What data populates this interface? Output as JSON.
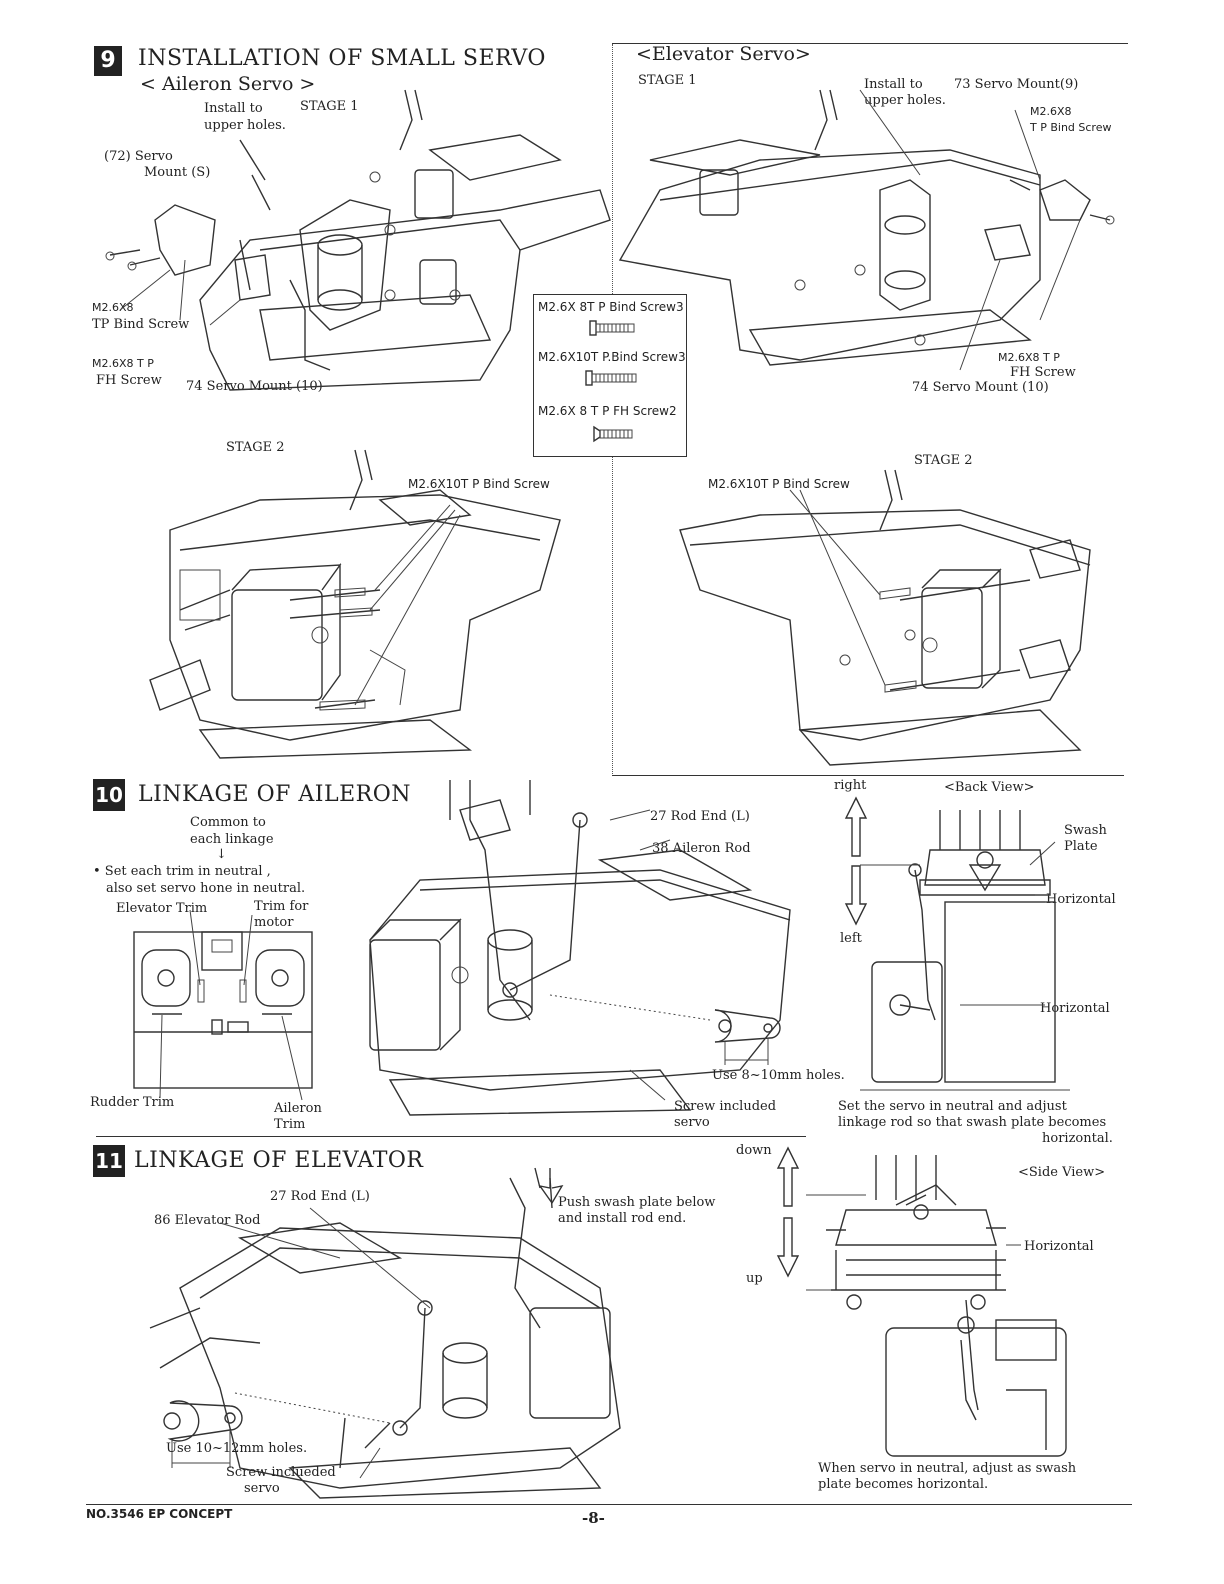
{
  "sec9": {
    "number": "9",
    "title": "INSTALLATION OF SMALL SERVO",
    "aileron": {
      "heading": "< Aileron Servo >",
      "stage1": "STAGE 1",
      "install_upper_1": "Install to",
      "install_upper_2": "upper holes.",
      "servo_mount_s_1": "(72) Servo",
      "servo_mount_s_2": "Mount (S)",
      "tp_bind_1": "M2.6X8",
      "tp_bind_2": "TP Bind Screw",
      "fh_1": "M2.6X8 T P",
      "fh_2": "FH Screw",
      "servo_mount_10": "74 Servo Mount (10)",
      "stage2": "STAGE 2",
      "bind10": "M2.6X10T P Bind Screw"
    },
    "elevator": {
      "heading": "<Elevator Servo>",
      "stage1": "STAGE 1",
      "install_1": "Install to",
      "install_2": "upper holes.",
      "mount9": "73 Servo Mount(9)",
      "tp_1": "M2.6X8",
      "tp_2": "T P Bind Screw",
      "fh_1": "M2.6X8 T P",
      "fh_2": "FH Screw",
      "mount10": "74 Servo Mount (10)",
      "stage2": "STAGE 2",
      "bind10": "M2.6X10T P Bind Screw"
    },
    "legend": {
      "item1": "M2.6X 8T P Bind Screw3",
      "item2": "M2.6X10T P.Bind Screw3",
      "item3": "M2.6X 8 T P FH Screw2"
    }
  },
  "sec10": {
    "number": "10",
    "title": "LINKAGE OF AILERON",
    "common_1": "Common to",
    "common_2": "each linkage",
    "arrow": "↓",
    "note_1": "• Set each trim in neutral ,",
    "note_2": "also set servo hone in neutral.",
    "elevator_trim": "Elevator Trim",
    "trim_motor_1": "Trim for",
    "trim_motor_2": "motor",
    "rudder_trim": "Rudder Trim",
    "aileron_trim_1": "Aileron",
    "aileron_trim_2": "Trim",
    "rod_end": "27 Rod End (L)",
    "aileron_rod": "38 Aileron Rod",
    "use_holes": "Use 8~10mm holes.",
    "screw_1": "Screw included",
    "screw_2": "servo",
    "right": "right",
    "left": "left",
    "back_view": "<Back View>",
    "swash_1": "Swash",
    "swash_2": "Plate",
    "horizontal_1": "Horizontal",
    "horizontal_2": "Horizontal",
    "caption_1": "Set the servo in neutral and adjust",
    "caption_2": "linkage rod so that swash plate becomes",
    "caption_3": "horizontal."
  },
  "sec11": {
    "number": "11",
    "title": "LINKAGE OF ELEVATOR",
    "rod_end": "27 Rod End (L)",
    "elevator_rod": "86 Elevator Rod",
    "push_1": "Push swash plate below",
    "push_2": "and install rod end.",
    "use_holes": "Use 10~12mm holes.",
    "screw_1": "Screw inclueded",
    "screw_2": "servo",
    "down": "down",
    "up": "up",
    "side_view": "<Side View>",
    "horizontal": "Horizontal",
    "caption_1": "When servo in neutral, adjust as swash",
    "caption_2": "plate becomes horizontal."
  },
  "footer": {
    "model": "NO.3546  EP CONCEPT",
    "page": "-8-"
  }
}
